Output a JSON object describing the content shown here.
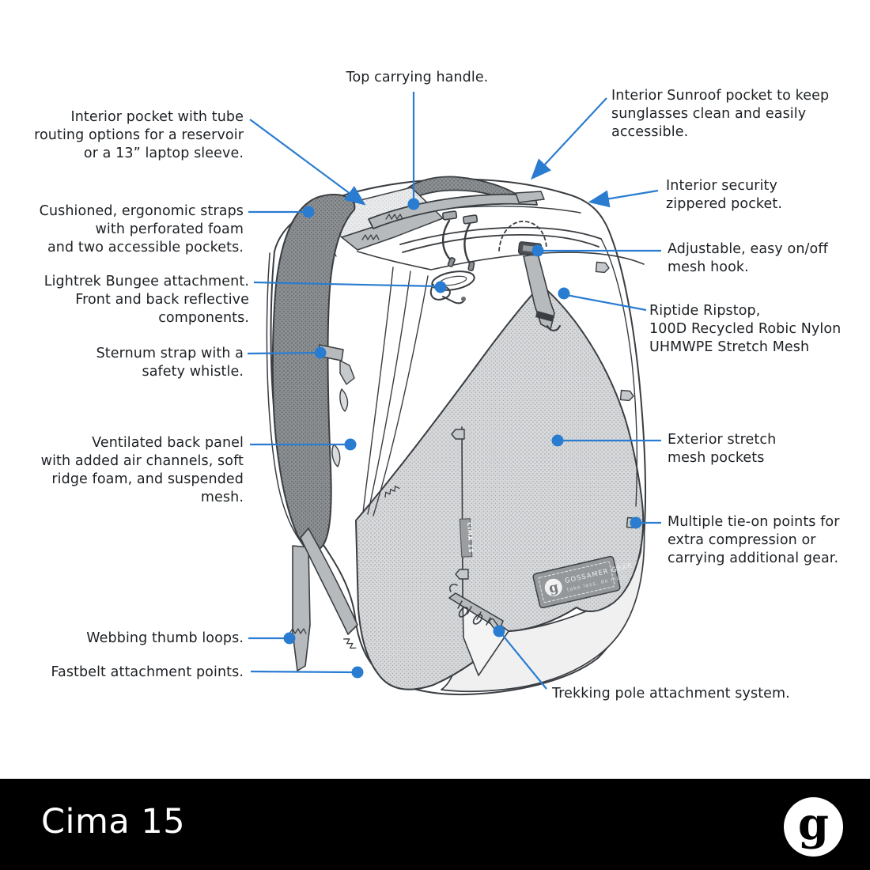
{
  "colors": {
    "callout_blue": "#2a7cd1",
    "ink": "#1d2125",
    "outline": "#3a3e42",
    "strap_gray": "#8c9093",
    "mesh_gray": "#d7d9db",
    "webbing_gray": "#b7babd",
    "footer_bg": "#000000",
    "footer_text": "#ffffff"
  },
  "callouts": {
    "top_handle": {
      "text": "Top carrying handle."
    },
    "interior_pocket": {
      "text": "Interior pocket with tube\nrouting options for a reservoir\nor a 13” laptop sleeve."
    },
    "sunroof": {
      "text": "Interior Sunroof pocket to keep\nsunglasses clean and easily\naccessible."
    },
    "security": {
      "text": "Interior security\nzippered pocket."
    },
    "cushioned": {
      "text": "Cushioned, ergonomic straps\nwith perforated foam\nand two accessible pockets."
    },
    "adjustable": {
      "text": "Adjustable, easy on/off\nmesh hook."
    },
    "lightrek": {
      "text": "Lightrek Bungee attachment.\nFront and back reflective\ncomponents."
    },
    "riptide": {
      "text": "Riptide Ripstop,\n100D Recycled Robic Nylon\nUHMWPE Stretch Mesh"
    },
    "sternum": {
      "text": "Sternum strap with a\nsafety whistle."
    },
    "ventilated": {
      "text": "Ventilated back panel\nwith added air channels, soft\nridge foam, and suspended\nmesh."
    },
    "exterior": {
      "text": "Exterior stretch\nmesh pockets"
    },
    "tie_on": {
      "text": "Multiple tie-on points for\nextra compression or\ncarrying additional gear."
    },
    "webbing": {
      "text": "Webbing thumb loops."
    },
    "fastbelt": {
      "text": "Fastbelt attachment points."
    },
    "trekking": {
      "text": "Trekking pole attachment system."
    }
  },
  "product": {
    "bag_tag": "CIMA 15",
    "patch_brand": "GOSSAMER GEAR",
    "patch_tagline": "take less. do more",
    "patch_letter": "g"
  },
  "footer": {
    "title": "Cima 15",
    "logo": "gossamer-gear-g-logo",
    "logo_letter": "g"
  }
}
